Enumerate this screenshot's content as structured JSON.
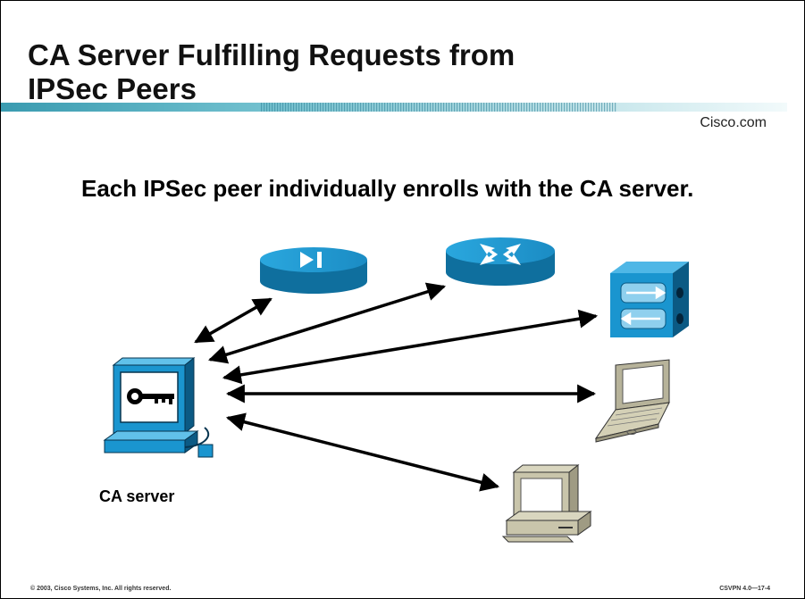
{
  "slide": {
    "title_line1": "CA Server Fulfilling Requests from",
    "title_line2": "IPSec Peers",
    "brand": "Cisco.com",
    "bullet_text": "Each IPSec peer individually enrolls with the CA server.",
    "ca_label": "CA server",
    "copyright": "© 2003, Cisco Systems, Inc. All rights reserved.",
    "course_code": "CSVPN 4.0—17-4"
  },
  "colors": {
    "device_blue": "#1e9fd6",
    "device_dark": "#0a5f8a",
    "laptop_beige": "#c8c4a8",
    "bar_teal": "#4aa8b8"
  },
  "icons": [
    "ca-server-icon",
    "vpn-concentrator-icon",
    "router-icon",
    "pix-firewall-icon",
    "laptop-icon",
    "pc-icon"
  ]
}
